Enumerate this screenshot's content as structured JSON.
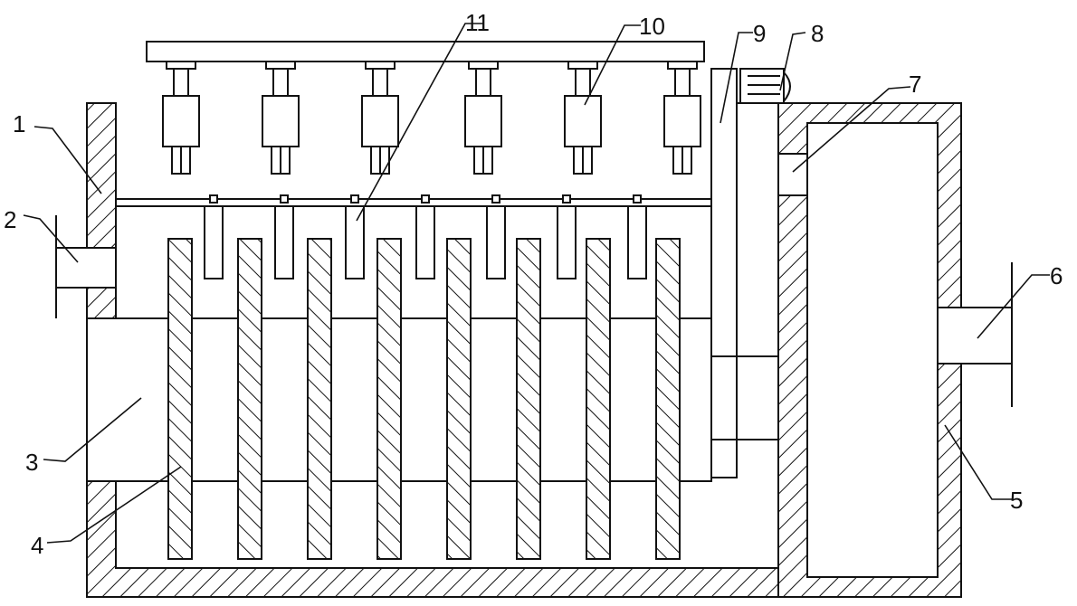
{
  "figure": {
    "stroke_color": "#111111",
    "background_color": "#ffffff",
    "hatch_pattern": "diagonal-hatch",
    "labels": {
      "n1": "1",
      "n2": "2",
      "n3": "3",
      "n4": "4",
      "n5": "5",
      "n6": "6",
      "n7": "7",
      "n8": "8",
      "n9": "9",
      "n10": "10",
      "n11": "11"
    },
    "counts": {
      "nozzle_units": 6,
      "drip_tubes": 7,
      "vertical_plates": 8
    }
  }
}
